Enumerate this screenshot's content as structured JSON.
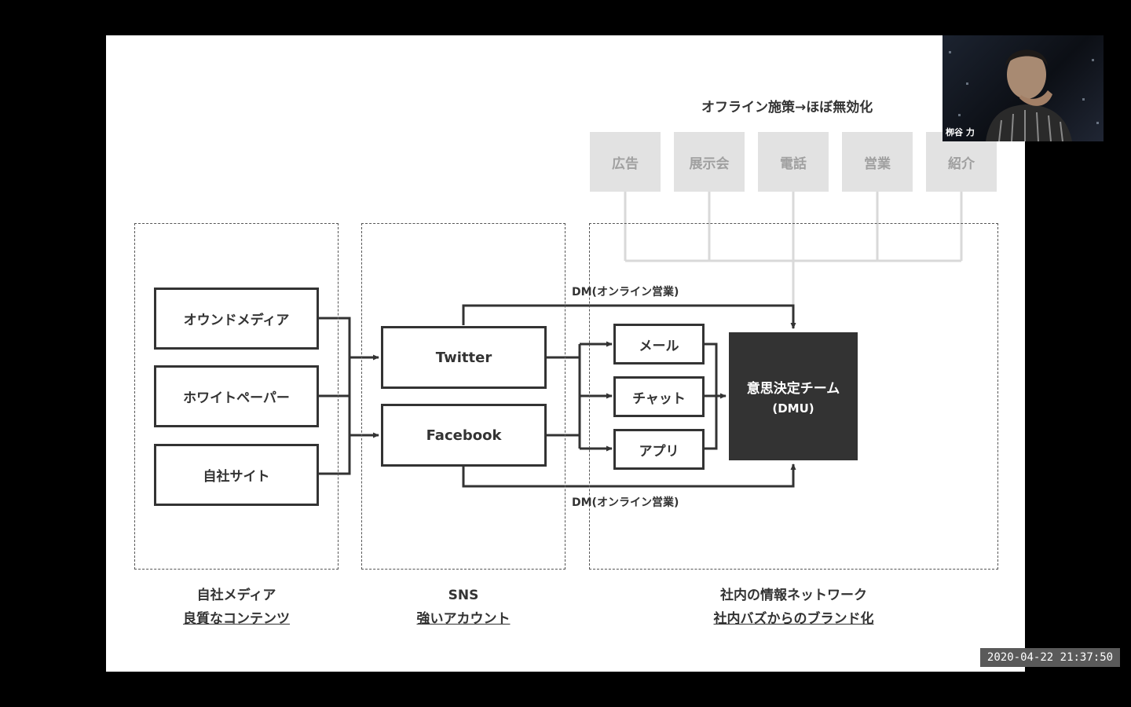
{
  "offline": {
    "title": "オフライン施策→ほぼ無効化",
    "items": [
      "広告",
      "展示会",
      "電話",
      "営業",
      "紹介"
    ]
  },
  "owned_media": {
    "items": [
      "オウンドメディア",
      "ホワイトペーパー",
      "自社サイト"
    ],
    "caption": "自社メディア",
    "caption_sub": "良質なコンテンツ"
  },
  "sns": {
    "items": [
      "Twitter",
      "Facebook"
    ],
    "caption": "SNS",
    "caption_sub": "強いアカウント"
  },
  "network": {
    "channels": [
      "メール",
      "チャット",
      "アプリ"
    ],
    "caption": "社内の情報ネットワーク",
    "caption_sub": "社内バズからのブランド化"
  },
  "dm_label_top": "DM(オンライン営業)",
  "dm_label_bottom": "DM(オンライン営業)",
  "dmu": {
    "title": "意思決定チーム",
    "subtitle": "(DMU)"
  },
  "participant": {
    "name": "栁谷 力"
  },
  "timestamp": "2020-04-22 21:37:50",
  "colors": {
    "dark": "#333333",
    "offline_box": "#e2e2e2",
    "offline_text": "#a0a0a0",
    "offline_line": "#d9d9d9"
  }
}
